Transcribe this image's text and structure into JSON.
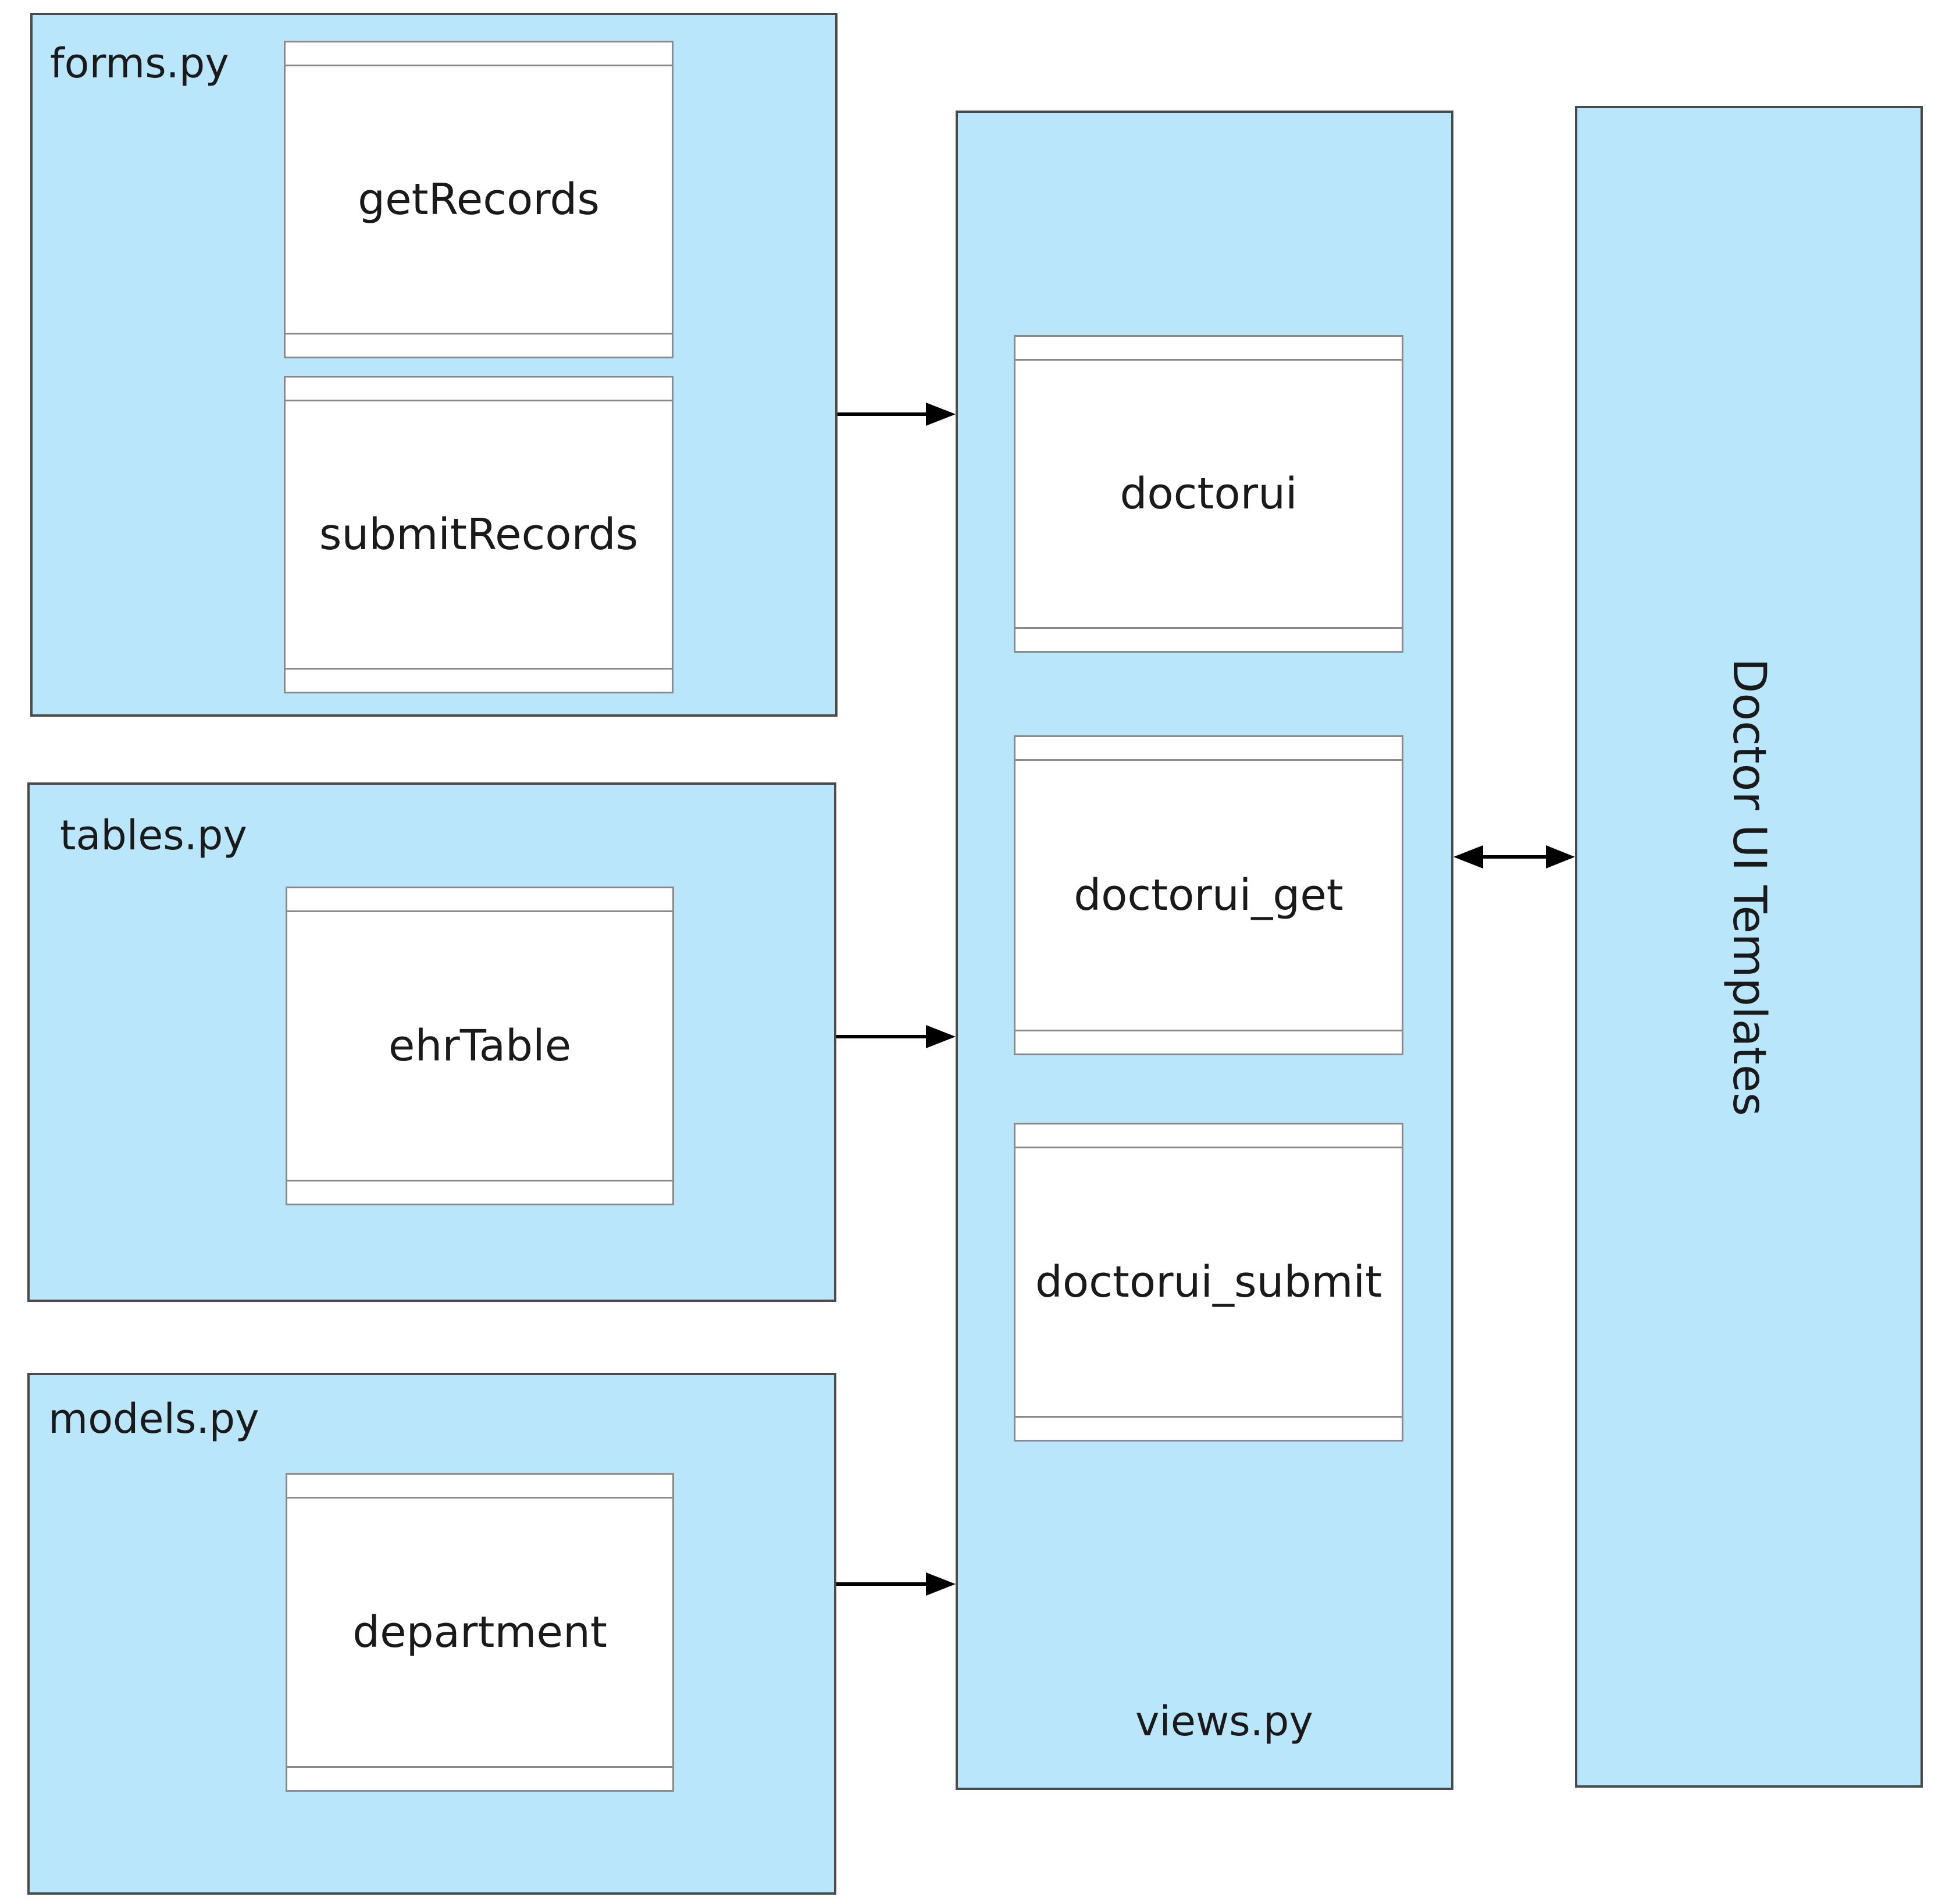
{
  "colors": {
    "module_fill": "#b9e6fb",
    "card_fill": "#ffffff",
    "border": "#4a4a4a",
    "arrow": "#000000"
  },
  "forms": {
    "title": "forms.py",
    "items": [
      "getRecords",
      "submitRecords"
    ]
  },
  "tables": {
    "title": "tables.py",
    "items": [
      "ehrTable"
    ]
  },
  "models": {
    "title": "models.py",
    "items": [
      "department"
    ]
  },
  "views": {
    "title": "views.py",
    "items": [
      "doctorui",
      "doctorui_get",
      "doctorui_submit"
    ]
  },
  "templates": {
    "title": "Doctor UI Templates"
  }
}
